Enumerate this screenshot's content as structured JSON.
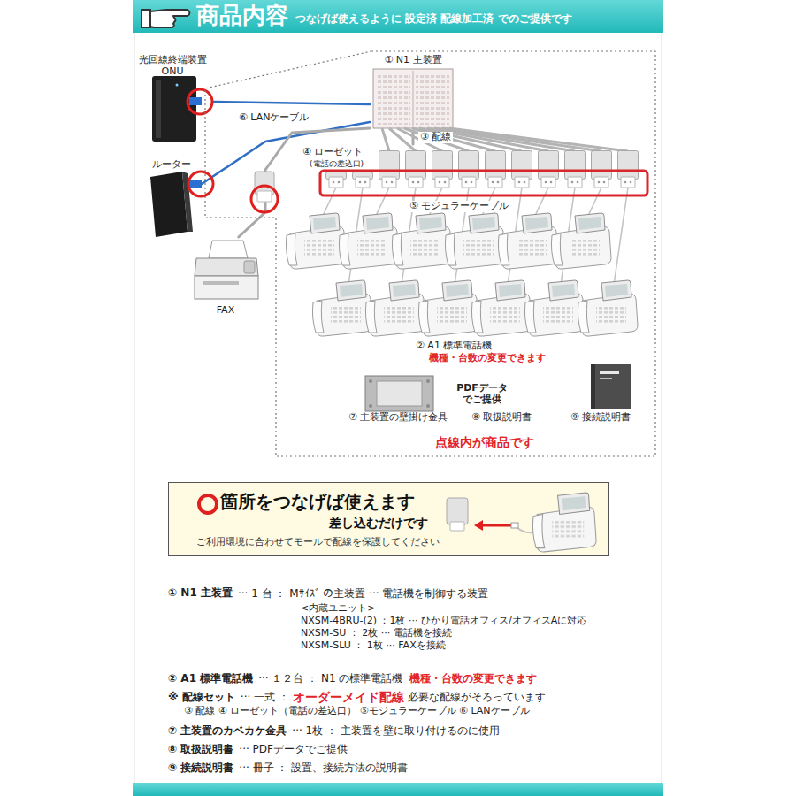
{
  "diagram": {
    "title": "商品内容",
    "nodes": [
      {
        "text": [
          "光回線終端装置 ONU"
        ]
      },
      {
        "text": [
          "ルーター"
        ]
      },
      {
        "text": [
          "点線内が商品です"
        ]
      },
      {
        "text": [
          "① N1 主装置"
        ],
        "in": 2
      },
      {
        "text": [
          "④ ローゼット",
          "(電話の差込口)"
        ],
        "in": 2
      },
      {
        "text": [
          "② A1 標準電話機",
          "機種・台数の変更できます"
        ],
        "in": 2
      },
      {
        "text": [
          "FAX"
        ]
      },
      {
        "text": [
          "箇所をつなげば使えます",
          "差し込むだけです",
          "ご利用環境に合わせてモールで配線を保護してください"
        ]
      }
    ],
    "edges": [
      {
        "from": 0,
        "to": 3,
        "label": "⑥ LANケーブル",
        "arrow": "none"
      },
      {
        "from": 1,
        "to": 3,
        "arrow": "none"
      },
      {
        "from": 3,
        "to": 4,
        "label": "③ 配線",
        "arrow": "none"
      },
      {
        "from": 4,
        "to": 5,
        "label": "⑤ モジュラーケーブル",
        "arrow": "none"
      },
      {
        "from": 3,
        "to": 6,
        "arrow": "none"
      }
    ],
    "labels": [
      "つなげば使えるように 設定済 配線加工済 でのご提供です",
      "⑦ 主装置の壁掛け金具",
      "PDFデータ でご提供",
      "⑧ 取扱説明書",
      "⑨ 接続説明書",
      "① N1 主装置",
      "··· 1 台 ： Mｻｲｽﾞ の主装置 ··· 電話機を制御する装置",
      "<内蔵ユニット>",
      "NXSM-4BRU-(2) ：1枚 ··· ひかり電話オフィス/オフィスAに対応",
      "NXSM-SU ： 2枚 ··· 電話機を接続",
      "NXSM-SLU ： 1枚 ··· FAXを接続",
      "② A1 標準電話機",
      "··· １２台 ： N1 の標準電話機",
      "機種・台数の変更できます",
      "※ 配線セット",
      "··· 一式 ：",
      "オーダーメイド配線",
      "必要な配線がそろっています",
      "③ 配線 ④ ローゼット（電話の差込口） ⑤モジュラーケーブル ⑥ LANケーブル",
      "⑦ 主装置のカベカケ金具",
      "··· 1枚 ： 主装置を壁に取り付けるのに使用",
      "⑧ 取扱説明書",
      "··· PDFデータでご提供",
      "⑨ 接続説明書",
      "··· 冊子 ： 設置、接続方法の説明書"
    ]
  }
}
